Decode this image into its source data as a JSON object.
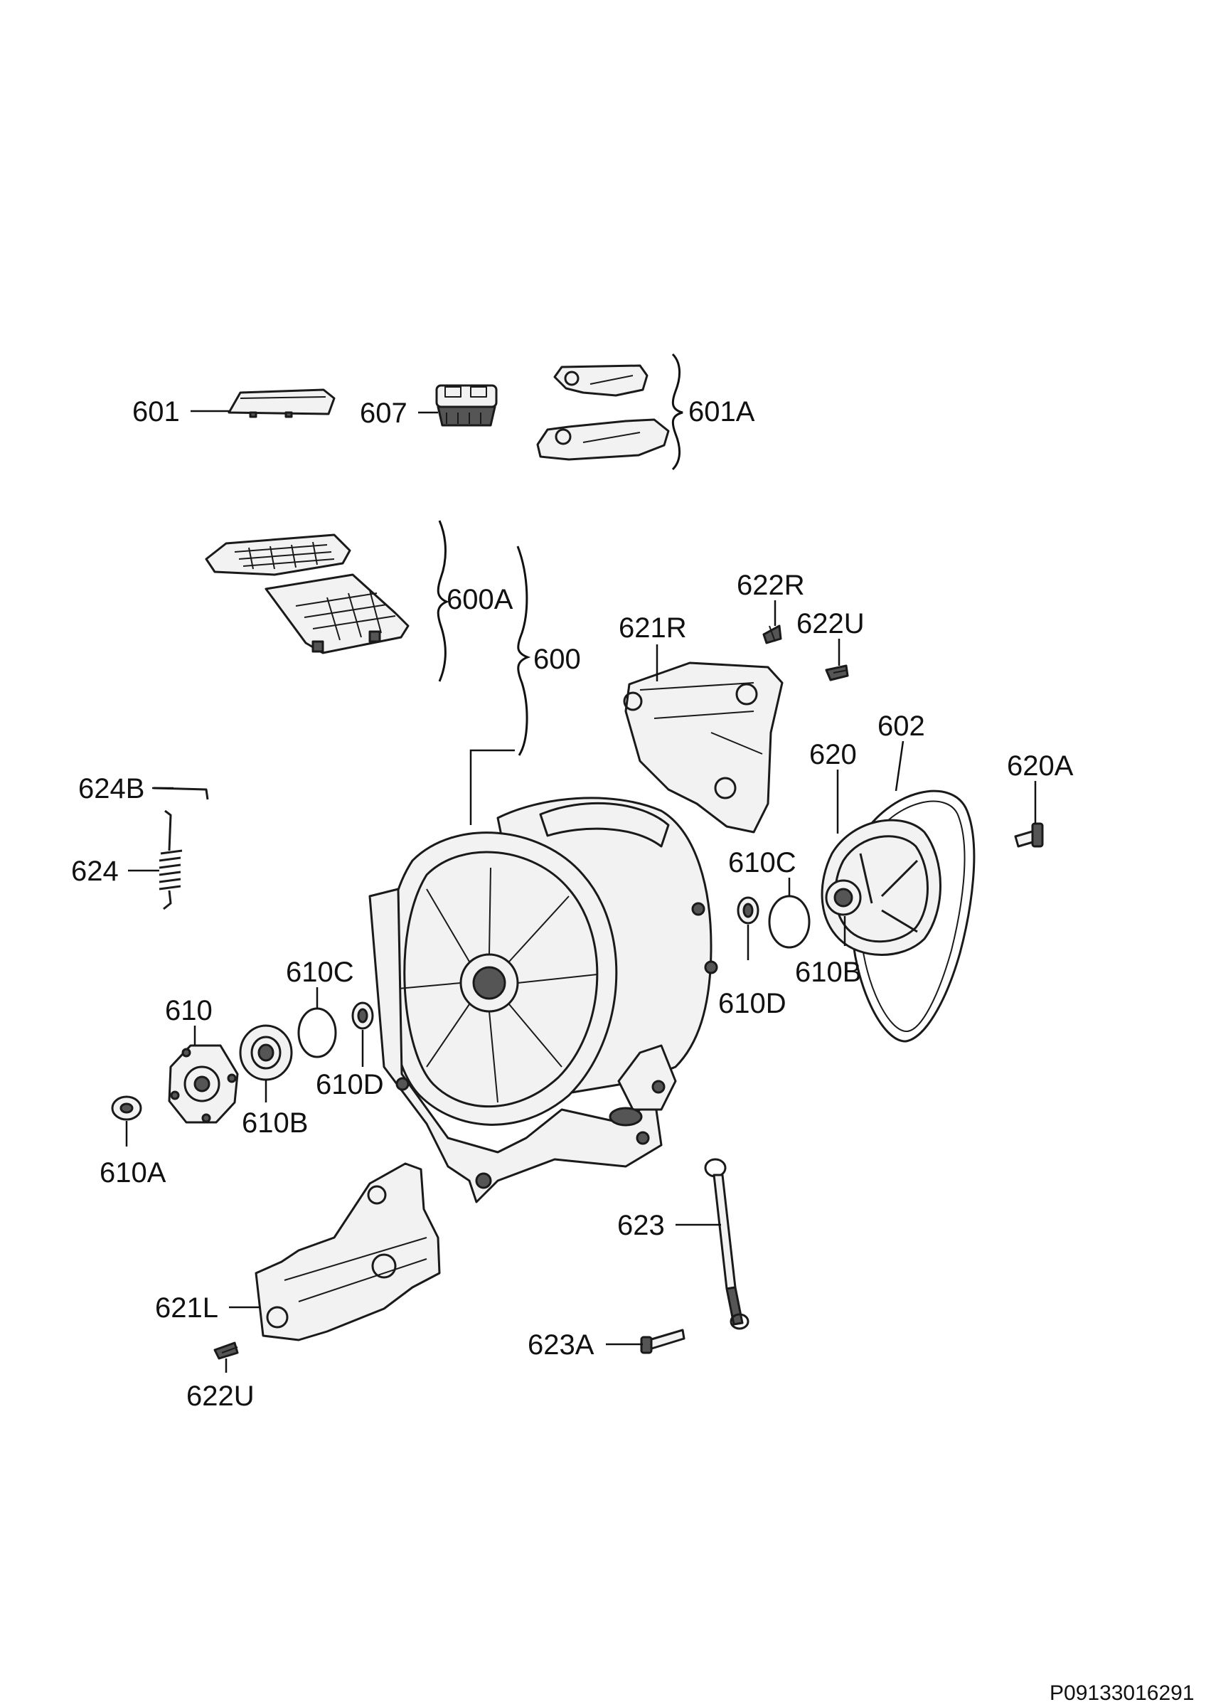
{
  "labels": {
    "l601": "601",
    "l607": "607",
    "l601A": "601A",
    "l600A": "600A",
    "l600": "600",
    "l621R": "621R",
    "l622R": "622R",
    "l622U_top": "622U",
    "l620": "620",
    "l602": "602",
    "l620A": "620A",
    "l624B": "624B",
    "l624": "624",
    "l610C_right": "610C",
    "l610B_right": "610B",
    "l610D_right": "610D",
    "l610C_left": "610C",
    "l610": "610",
    "l610D_left": "610D",
    "l610B_left": "610B",
    "l610A": "610A",
    "l623": "623",
    "l621L": "621L",
    "l623A": "623A",
    "l622U_bottom": "622U"
  },
  "document_code": "P09133016291"
}
